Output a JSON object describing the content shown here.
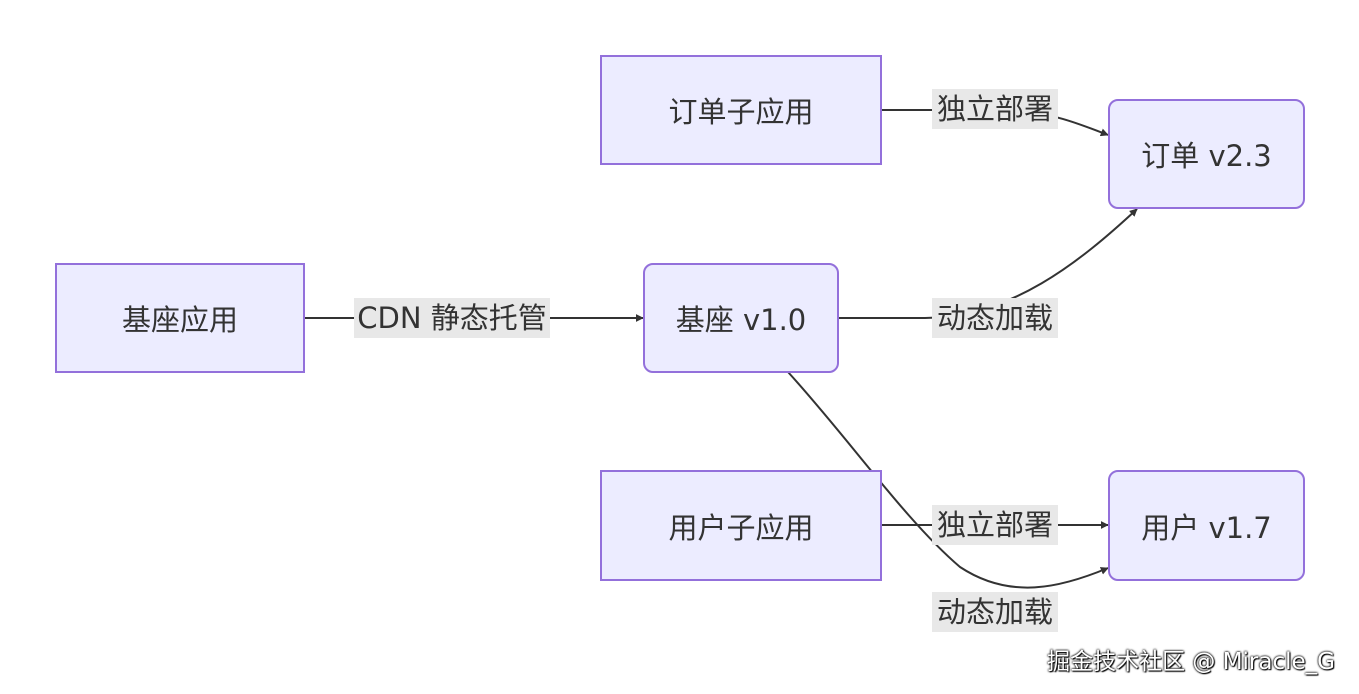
{
  "nodes": {
    "base_app": "基座应用",
    "order_subapp": "订单子应用",
    "user_subapp": "用户子应用",
    "base_version": "基座 v1.0",
    "order_version": "订单 v2.3",
    "user_version": "用户 v1.7"
  },
  "edges": {
    "cdn_hosting": "CDN 静态托管",
    "order_deploy": "独立部署",
    "dynamic_load_order": "动态加载",
    "user_deploy": "独立部署",
    "dynamic_load_user": "动态加载"
  },
  "watermark": "掘金技术社区 @ Miracle_G",
  "colors": {
    "node_fill": "#ECECFF",
    "node_border": "#9370DB",
    "edge_line": "#333333",
    "edge_label_bg": "#E8E8E8",
    "text": "#333333"
  }
}
